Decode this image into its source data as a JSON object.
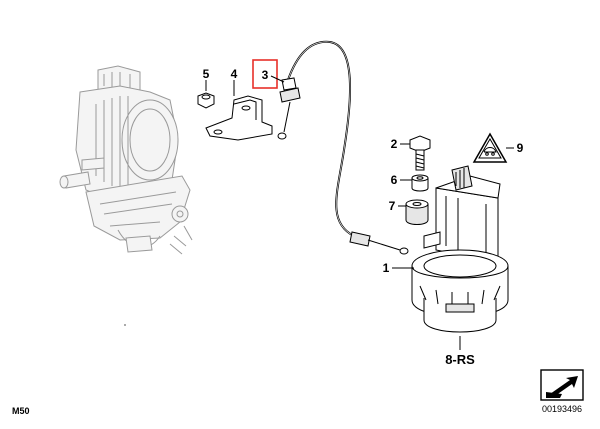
{
  "diagram": {
    "callouts": {
      "part_1": "1",
      "part_2": "2",
      "part_3": "3",
      "part_4": "4",
      "part_5": "5",
      "part_6": "6",
      "part_7": "7",
      "part_9": "9",
      "part_8rs": "8-RS"
    },
    "highlighted_callout": "3",
    "highlight_color": "#e8302a",
    "model_code": "M50",
    "diagram_number": "00193496"
  }
}
